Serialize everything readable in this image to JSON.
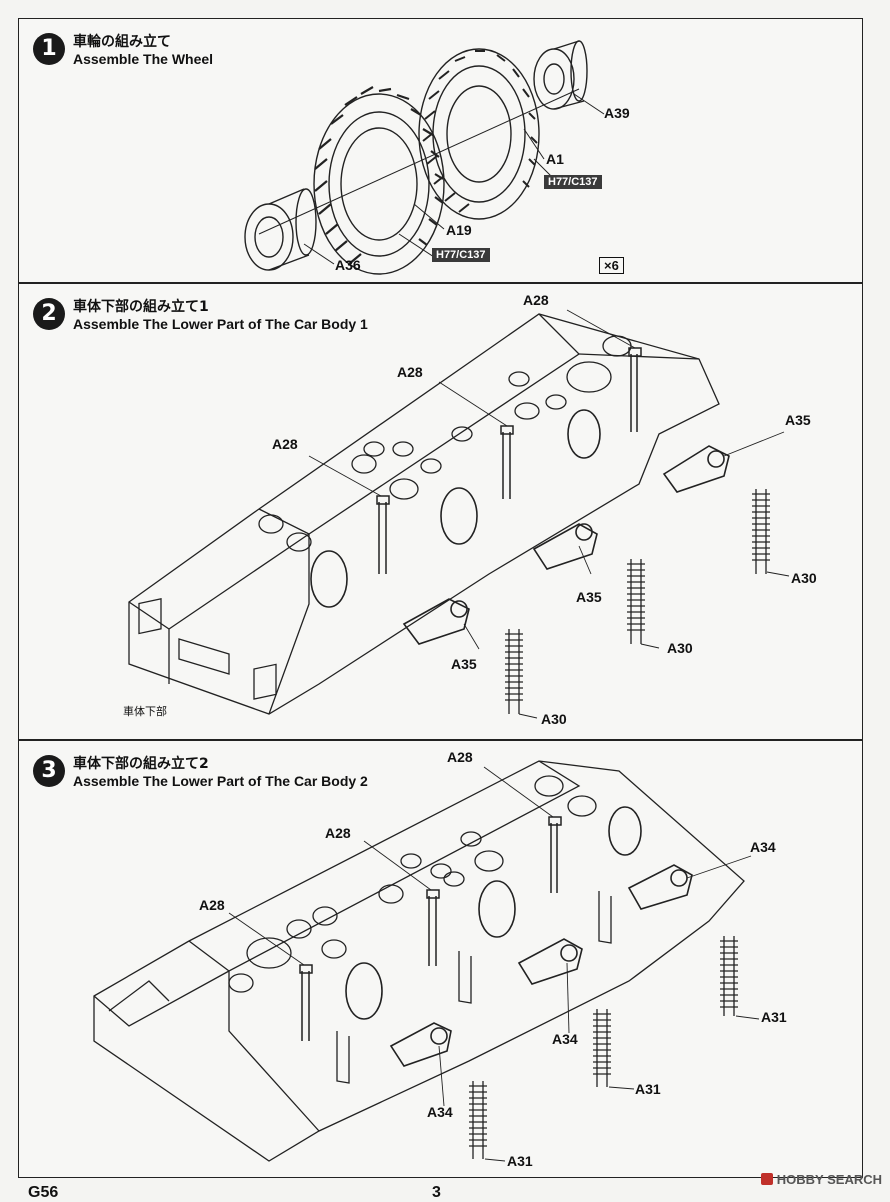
{
  "steps": [
    {
      "number": "1",
      "title_jp": "車輪の組み立て",
      "title_en": "Assemble The Wheel"
    },
    {
      "number": "2",
      "title_jp": "車体下部の組み立て1",
      "title_en": "Assemble The Lower Part of The Car Body 1"
    },
    {
      "number": "3",
      "title_jp": "車体下部の組み立て2",
      "title_en": "Assemble The Lower Part of The Car Body 2"
    }
  ],
  "step1": {
    "labels": {
      "a39": "A39",
      "a1": "A1",
      "a19": "A19",
      "a36": "A36"
    },
    "tags": {
      "tag_upper": "H77/C137",
      "tag_lower": "H77/C137"
    },
    "quantity": "×6"
  },
  "step2": {
    "labels": {
      "a28_top": "A28",
      "a28_mid": "A28",
      "a28_left": "A28",
      "a35_right": "A35",
      "a35_mid": "A35",
      "a35_left": "A35",
      "a30_right": "A30",
      "a30_mid": "A30",
      "a30_left": "A30"
    },
    "body_label": "車体下部"
  },
  "step3": {
    "labels": {
      "a28_top": "A28",
      "a28_mid": "A28",
      "a28_left": "A28",
      "a34_right": "A34",
      "a34_mid": "A34",
      "a34_left": "A34",
      "a31_right": "A31",
      "a31_mid": "A31",
      "a31_left": "A31"
    }
  },
  "footer": {
    "code": "G56",
    "page": "3",
    "watermark": "HOBBY SEARCH"
  }
}
